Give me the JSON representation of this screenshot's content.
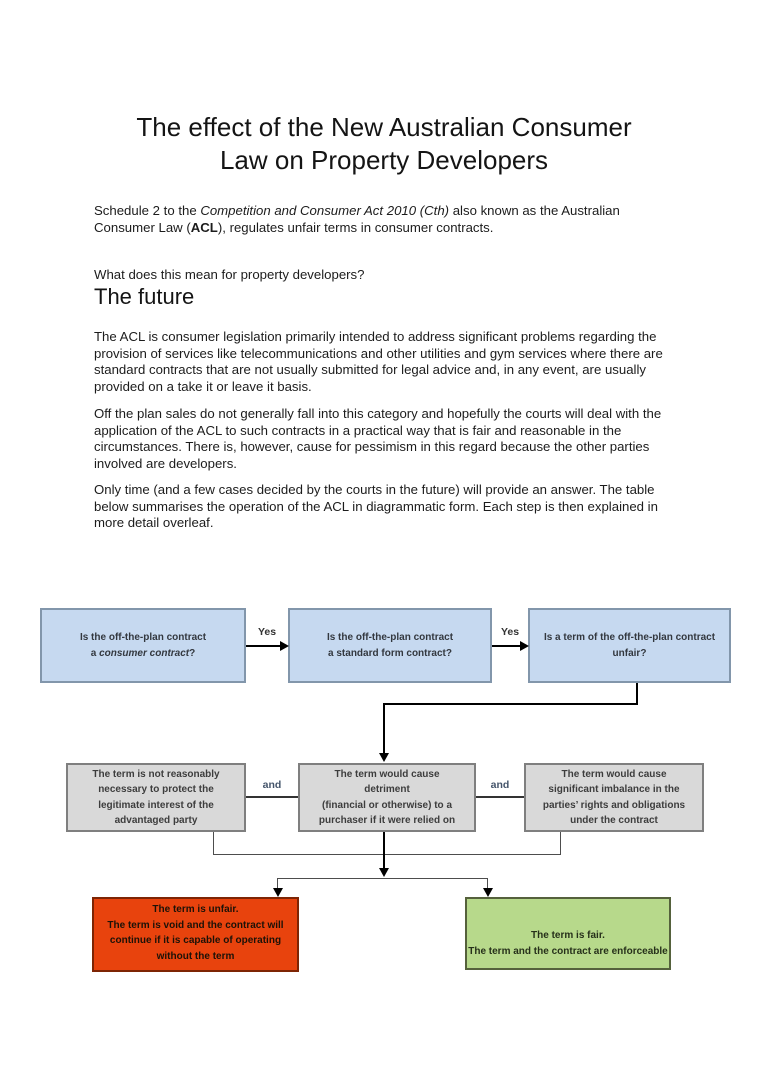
{
  "document": {
    "title": {
      "line1": "The effect of the New Australian Consumer",
      "line2": "Law on Property Developers"
    },
    "intro": {
      "pre": "Schedule 2 to the ",
      "act_italic": "Competition and Consumer Act 2010 (Cth)",
      "mid": " also known as the Australian Consumer Law (",
      "acl_bold": "ACL",
      "post": "), regulates unfair terms in consumer contracts."
    },
    "question": "What does this mean for property developers?",
    "section_heading": "The future",
    "paragraphs": {
      "acl_purpose": "The ACL is consumer legislation primarily intended to address significant problems regarding the provision of services like telecommunications and other utilities and gym services where there are standard contracts that are not usually submitted for legal advice and, in any event, are usually provided on a take it or leave it basis.",
      "off_plan": "Off the plan sales do not generally fall into this category and hopefully the courts will deal with the application of the ACL to such contracts in a practical way that is fair and reasonable in the circumstances. There is, however, cause for pessimism in this regard because the other parties involved are developers.",
      "only_time": "Only time (and a few cases decided by the courts in the future) will provide an answer. The table below summarises the operation of the ACL in diagrammatic form. Each step is then explained in more detail overleaf."
    }
  },
  "flowchart": {
    "labels": {
      "yes1": "Yes",
      "yes2": "Yes",
      "and1": "and",
      "and2": "and"
    },
    "box_consumer_contract": {
      "line1": "Is the off-the-plan contract",
      "line2_pre": "a ",
      "line2_italic": "consumer contract",
      "line2_post": "?"
    },
    "box_standard_form": {
      "line1": "Is the off-the-plan contract",
      "line2": "a standard form contract?"
    },
    "box_unfair_term": {
      "line1": "Is a term of the off-the-plan contract",
      "line2": "unfair?"
    },
    "box_not_reasonably_necessary": {
      "lines": [
        "The term is not reasonably",
        "necessary to protect the",
        "legitimate interest of the",
        "advantaged party"
      ]
    },
    "box_detriment": {
      "lines": [
        "The term would cause",
        "detriment",
        "(financial or otherwise) to a",
        "purchaser if it were relied on"
      ]
    },
    "box_imbalance": {
      "lines": [
        "The term would cause",
        "significant imbalance in the",
        "parties’ rights and obligations",
        "under the contract"
      ]
    },
    "box_term_unfair": {
      "lines": [
        "The term is unfair.",
        "The term is void and the contract will",
        "continue if it is capable of operating",
        "without the term"
      ]
    },
    "box_term_fair": {
      "lines": [
        "The term is fair.",
        "The term and the contract are enforceable"
      ]
    },
    "colors": {
      "question_fill": "#c6d9f0",
      "condition_fill": "#d9d9d9",
      "unfair_fill": "#e8430d",
      "fair_fill": "#b7d98b"
    }
  }
}
